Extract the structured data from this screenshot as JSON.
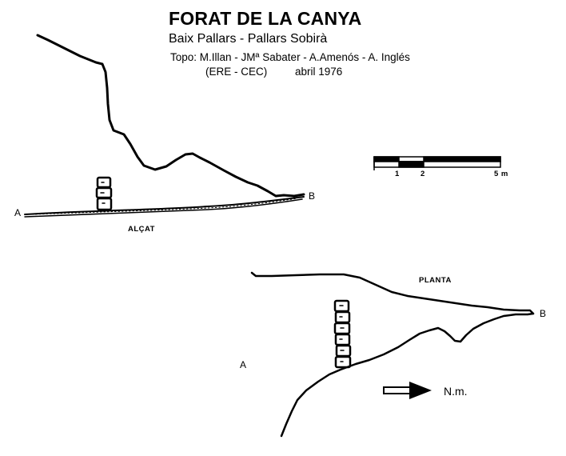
{
  "header": {
    "title": "FORAT DE LA CANYA",
    "subtitle": "Baix Pallars - Pallars Sobirà",
    "topo": "Topo: M.Illan - JMª Sabater - A.Amenós - A. Inglés",
    "org": "(ERE - CEC)",
    "date": "abril 1976"
  },
  "elevation": {
    "label": "ALÇAT",
    "point_a": "A",
    "point_b": "B"
  },
  "plan": {
    "label": "PLANTA",
    "point_a": "A",
    "point_b": "B",
    "north_label": "N.m."
  },
  "scale": {
    "ticks": [
      "1",
      "2",
      "5 m"
    ]
  }
}
